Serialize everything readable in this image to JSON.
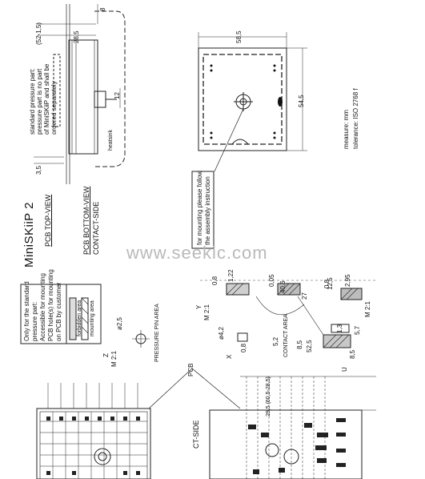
{
  "title_block": {
    "product": "MiniSKiiP 2",
    "pcb_top_view": "PCB TOP-VIEW",
    "pcb_bottom_view": "PCB BOTTOM-VIEW",
    "contact_side": "CONTACT-SIDE"
  },
  "notes": {
    "pressure_part": [
      "standard pressure part:",
      "pressure part is no part",
      "of MiniSKiiP and shall be",
      "ordered separately"
    ],
    "mounting": [
      "for mounting please follow",
      "the assembly instruction"
    ],
    "standard": [
      "Only for the standard",
      "pressure part:",
      "Accessible for mounting",
      "PCB hole(s) for mounting",
      "on PCB by customer"
    ],
    "measure_unit": "measure: mm",
    "tolerance": "tolerance: ISO 2768 f",
    "legend_forbidden": "forbidden area",
    "legend_mounting": "mounting area"
  },
  "labels": {
    "heatsink": "heatsink",
    "pressure_pin_area": "PRESSURE PIN AREA",
    "contact_area": "CONTACT AREA",
    "pcb": "PCB",
    "ct_side": "CT-SIDE",
    "watermark": "www.seekic.com"
  },
  "dimensions": {
    "d1": "8",
    "d2": "(52-1,5)",
    "d3": "28,5",
    "d4": "54,5",
    "d5": "58,5",
    "d6": "12,5",
    "d7": "8,5",
    "d8": "3,5",
    "d9": "12",
    "d10": "M 2:1",
    "d11": "M 2:1",
    "d12": "M 2:1",
    "d13": "X",
    "d14": "Z",
    "d15": "Y",
    "d16": "1,22",
    "d17": "0,8",
    "d18": "ø2,5",
    "d19": "0,05",
    "d20": "40,6",
    "d21": "27",
    "d22": "2,95",
    "d23": "0,8",
    "d24": "1,3",
    "d25": "5,7",
    "d26": "ø4,2",
    "d27": "29,5 (60,5-28,5)",
    "d28": "U",
    "d29": "0,8",
    "d30": "5,2",
    "d31": "8,5",
    "d32": "52,5"
  }
}
